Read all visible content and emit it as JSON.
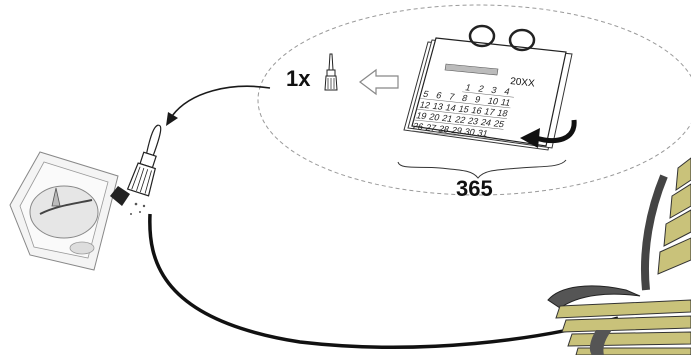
{
  "frequency_label": "1x",
  "period_label": "365",
  "calendar": {
    "year_label": "20XX",
    "days": [
      "1",
      "2",
      "3",
      "4",
      "5",
      "6",
      "7",
      "8",
      "9",
      "10",
      "11",
      "12",
      "13",
      "14",
      "15",
      "16",
      "17",
      "18",
      "19",
      "20",
      "21",
      "22",
      "23",
      "24",
      "25",
      "26",
      "27",
      "28",
      "29",
      "30",
      "31"
    ]
  },
  "icons": {
    "small_brush": "paint-brush-icon",
    "hollow_arrow": "arrow-left-outline-icon",
    "calendar": "calendar-icon",
    "curved_arrow": "curved-arrow-icon",
    "oil_can": "oil-container-icon",
    "brush": "oil-brush-icon",
    "bench": "wooden-bench-icon"
  },
  "colors": {
    "line": "#1a1a1a",
    "dashed_ellipse": "#999999",
    "bench_wood": "#c9c27a",
    "bench_frame": "#444444"
  }
}
